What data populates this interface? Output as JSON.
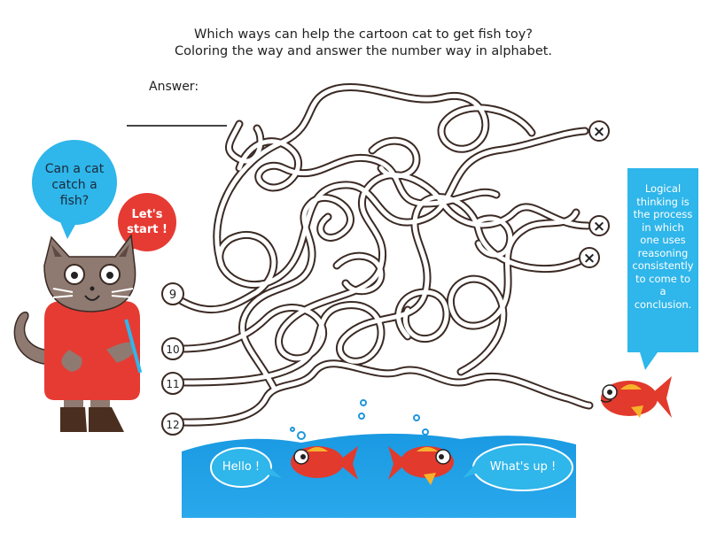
{
  "instructions": {
    "line1": "Which ways can help the cartoon cat to get fish toy?",
    "line2": "Coloring the way and answer the number way in alphabet."
  },
  "answer": {
    "label": "Answer:"
  },
  "maze": {
    "starts": [
      "9",
      "10",
      "11",
      "12"
    ],
    "ends": [
      "×",
      "×",
      "×"
    ],
    "line_color": "#3b2a24"
  },
  "bubbles": {
    "cat_question": "Can a cat catch a fish?",
    "cat_start": "Let's start !",
    "logic": "Logical thinking is the process in which one uses reasoning consistently to come to a conclusion.",
    "hello": "Hello !",
    "whats_up": "What's up !"
  },
  "colors": {
    "bubble_blue": "#2fb6ea",
    "red": "#e63b33",
    "water": "#1e97dd",
    "cat_body": "#8f7a71",
    "shirt": "#e63b33",
    "fish": "#e23a2c"
  }
}
